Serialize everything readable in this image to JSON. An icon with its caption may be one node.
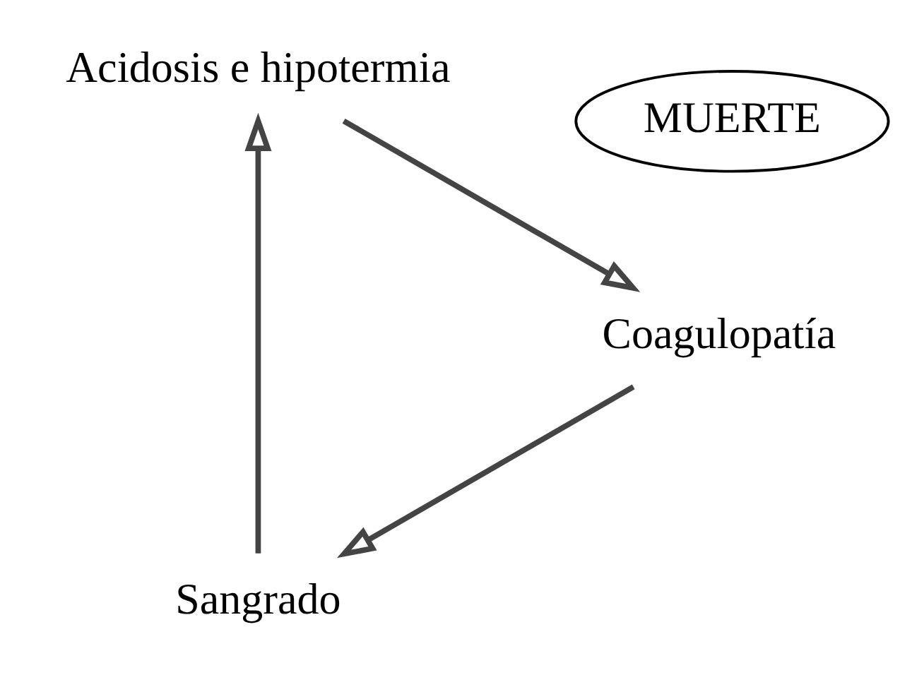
{
  "diagram": {
    "nodes": [
      {
        "text": [
          "Sangrado"
        ]
      },
      {
        "text": [
          "Acidosis e hipotermia"
        ]
      },
      {
        "text": [
          "Coagulopatía"
        ]
      },
      {
        "text": [
          "MUERTE"
        ]
      }
    ],
    "edges": [
      {
        "from": 0,
        "to": 1,
        "arrow": "to"
      },
      {
        "from": 1,
        "to": 2,
        "arrow": "to"
      },
      {
        "from": 2,
        "to": 0,
        "arrow": "to"
      }
    ]
  }
}
